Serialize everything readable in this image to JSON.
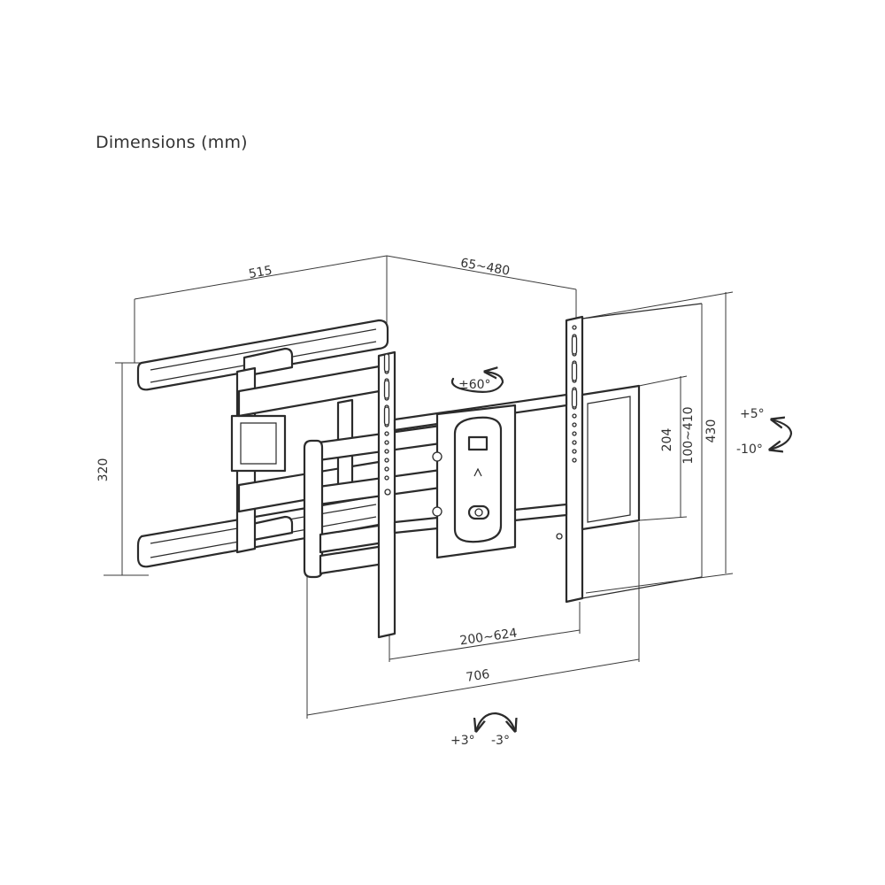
{
  "title": "Dimensions (mm)",
  "dimensions": {
    "arm_length": "515",
    "wall_distance": "65~480",
    "wall_plate_height": "320",
    "vesa_horizontal": "200~624",
    "overall_width": "706",
    "inner_height": "204",
    "vesa_vertical": "100~410",
    "overall_height": "430"
  },
  "angles": {
    "swivel": "±60°",
    "tilt_up": "+5°",
    "tilt_down": "-10°",
    "level_plus": "+3°",
    "level_minus": "-3°"
  }
}
